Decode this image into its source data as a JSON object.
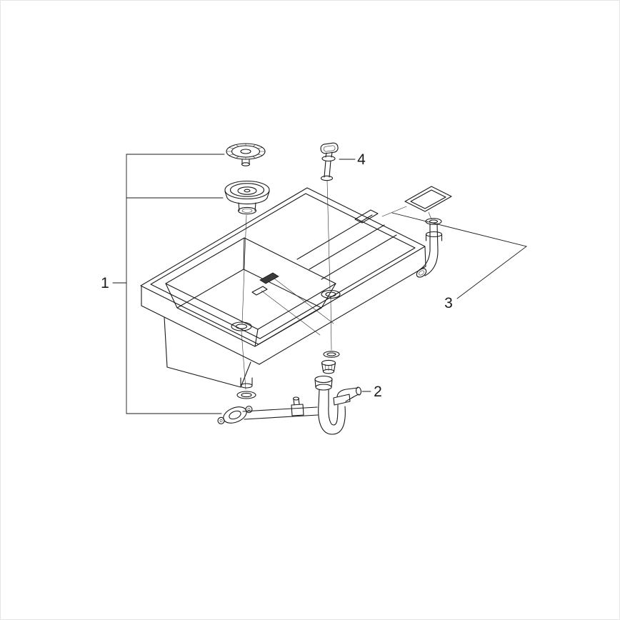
{
  "diagram": {
    "labels": {
      "part1": "1",
      "part2": "2",
      "part3": "3",
      "part4": "4"
    }
  },
  "colors": {
    "background": "#ffffff",
    "line": "#1a1a1a"
  }
}
